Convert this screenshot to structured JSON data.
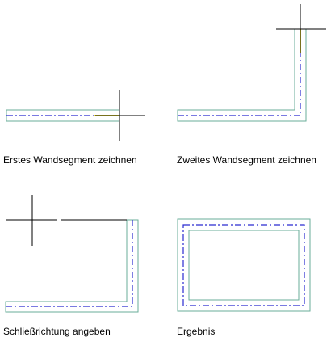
{
  "colors": {
    "wall_outline": "#6aae9a",
    "centerline": "#2a2ad0",
    "active_segment": "#f2e23a",
    "cursor": "#000000"
  },
  "panels": [
    {
      "caption": "Erstes Wandsegment zeichnen",
      "icon": "crosshair-cursor-icon"
    },
    {
      "caption": "Zweites Wandsegment zeichnen",
      "icon": "crosshair-cursor-icon"
    },
    {
      "caption": "Schließrichtung angeben",
      "icon": "crosshair-cursor-icon"
    },
    {
      "caption": "Ergebnis"
    }
  ]
}
